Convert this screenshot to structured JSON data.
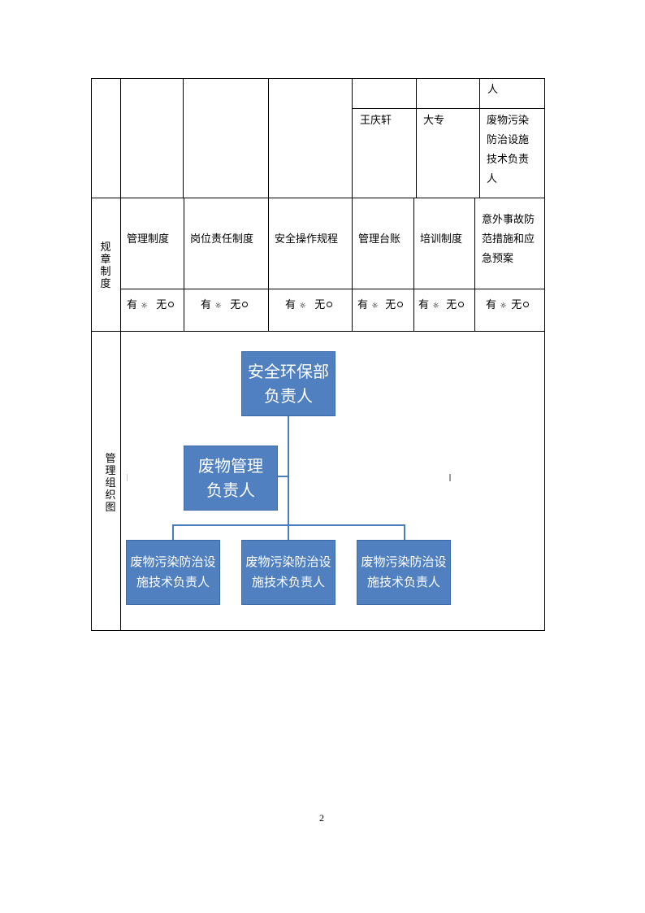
{
  "top_section": {
    "row1_col7_tail": "人",
    "person": {
      "name": "王庆轩",
      "education": "大专",
      "role_lines": [
        "废物污染",
        "防治设施",
        "技术负责",
        "人"
      ]
    }
  },
  "rules": {
    "side_label": [
      "规",
      "章",
      "制",
      "度"
    ],
    "headers": [
      "管理制度",
      "岗位责任制度",
      "安全操作规程",
      "管理台账",
      "培训制度"
    ],
    "last_header_lines": [
      "意外事故防",
      "范措施和应",
      "急预案"
    ],
    "option_yes": "有",
    "option_yes_mark": "☼",
    "option_no": "无",
    "option_no_mark": "◉"
  },
  "org_chart": {
    "side_label": [
      "管",
      "理",
      "组",
      "织",
      "图"
    ],
    "top_box": [
      "安全环保部",
      "负责人"
    ],
    "mid_box": [
      "废物管理",
      "负责人"
    ],
    "leaf_box_lines": [
      "废物污染防治设",
      "施技术负责人"
    ]
  },
  "page_number": "2",
  "colors": {
    "box_fill": "#5080bf",
    "connector": "#4a7cc0"
  }
}
